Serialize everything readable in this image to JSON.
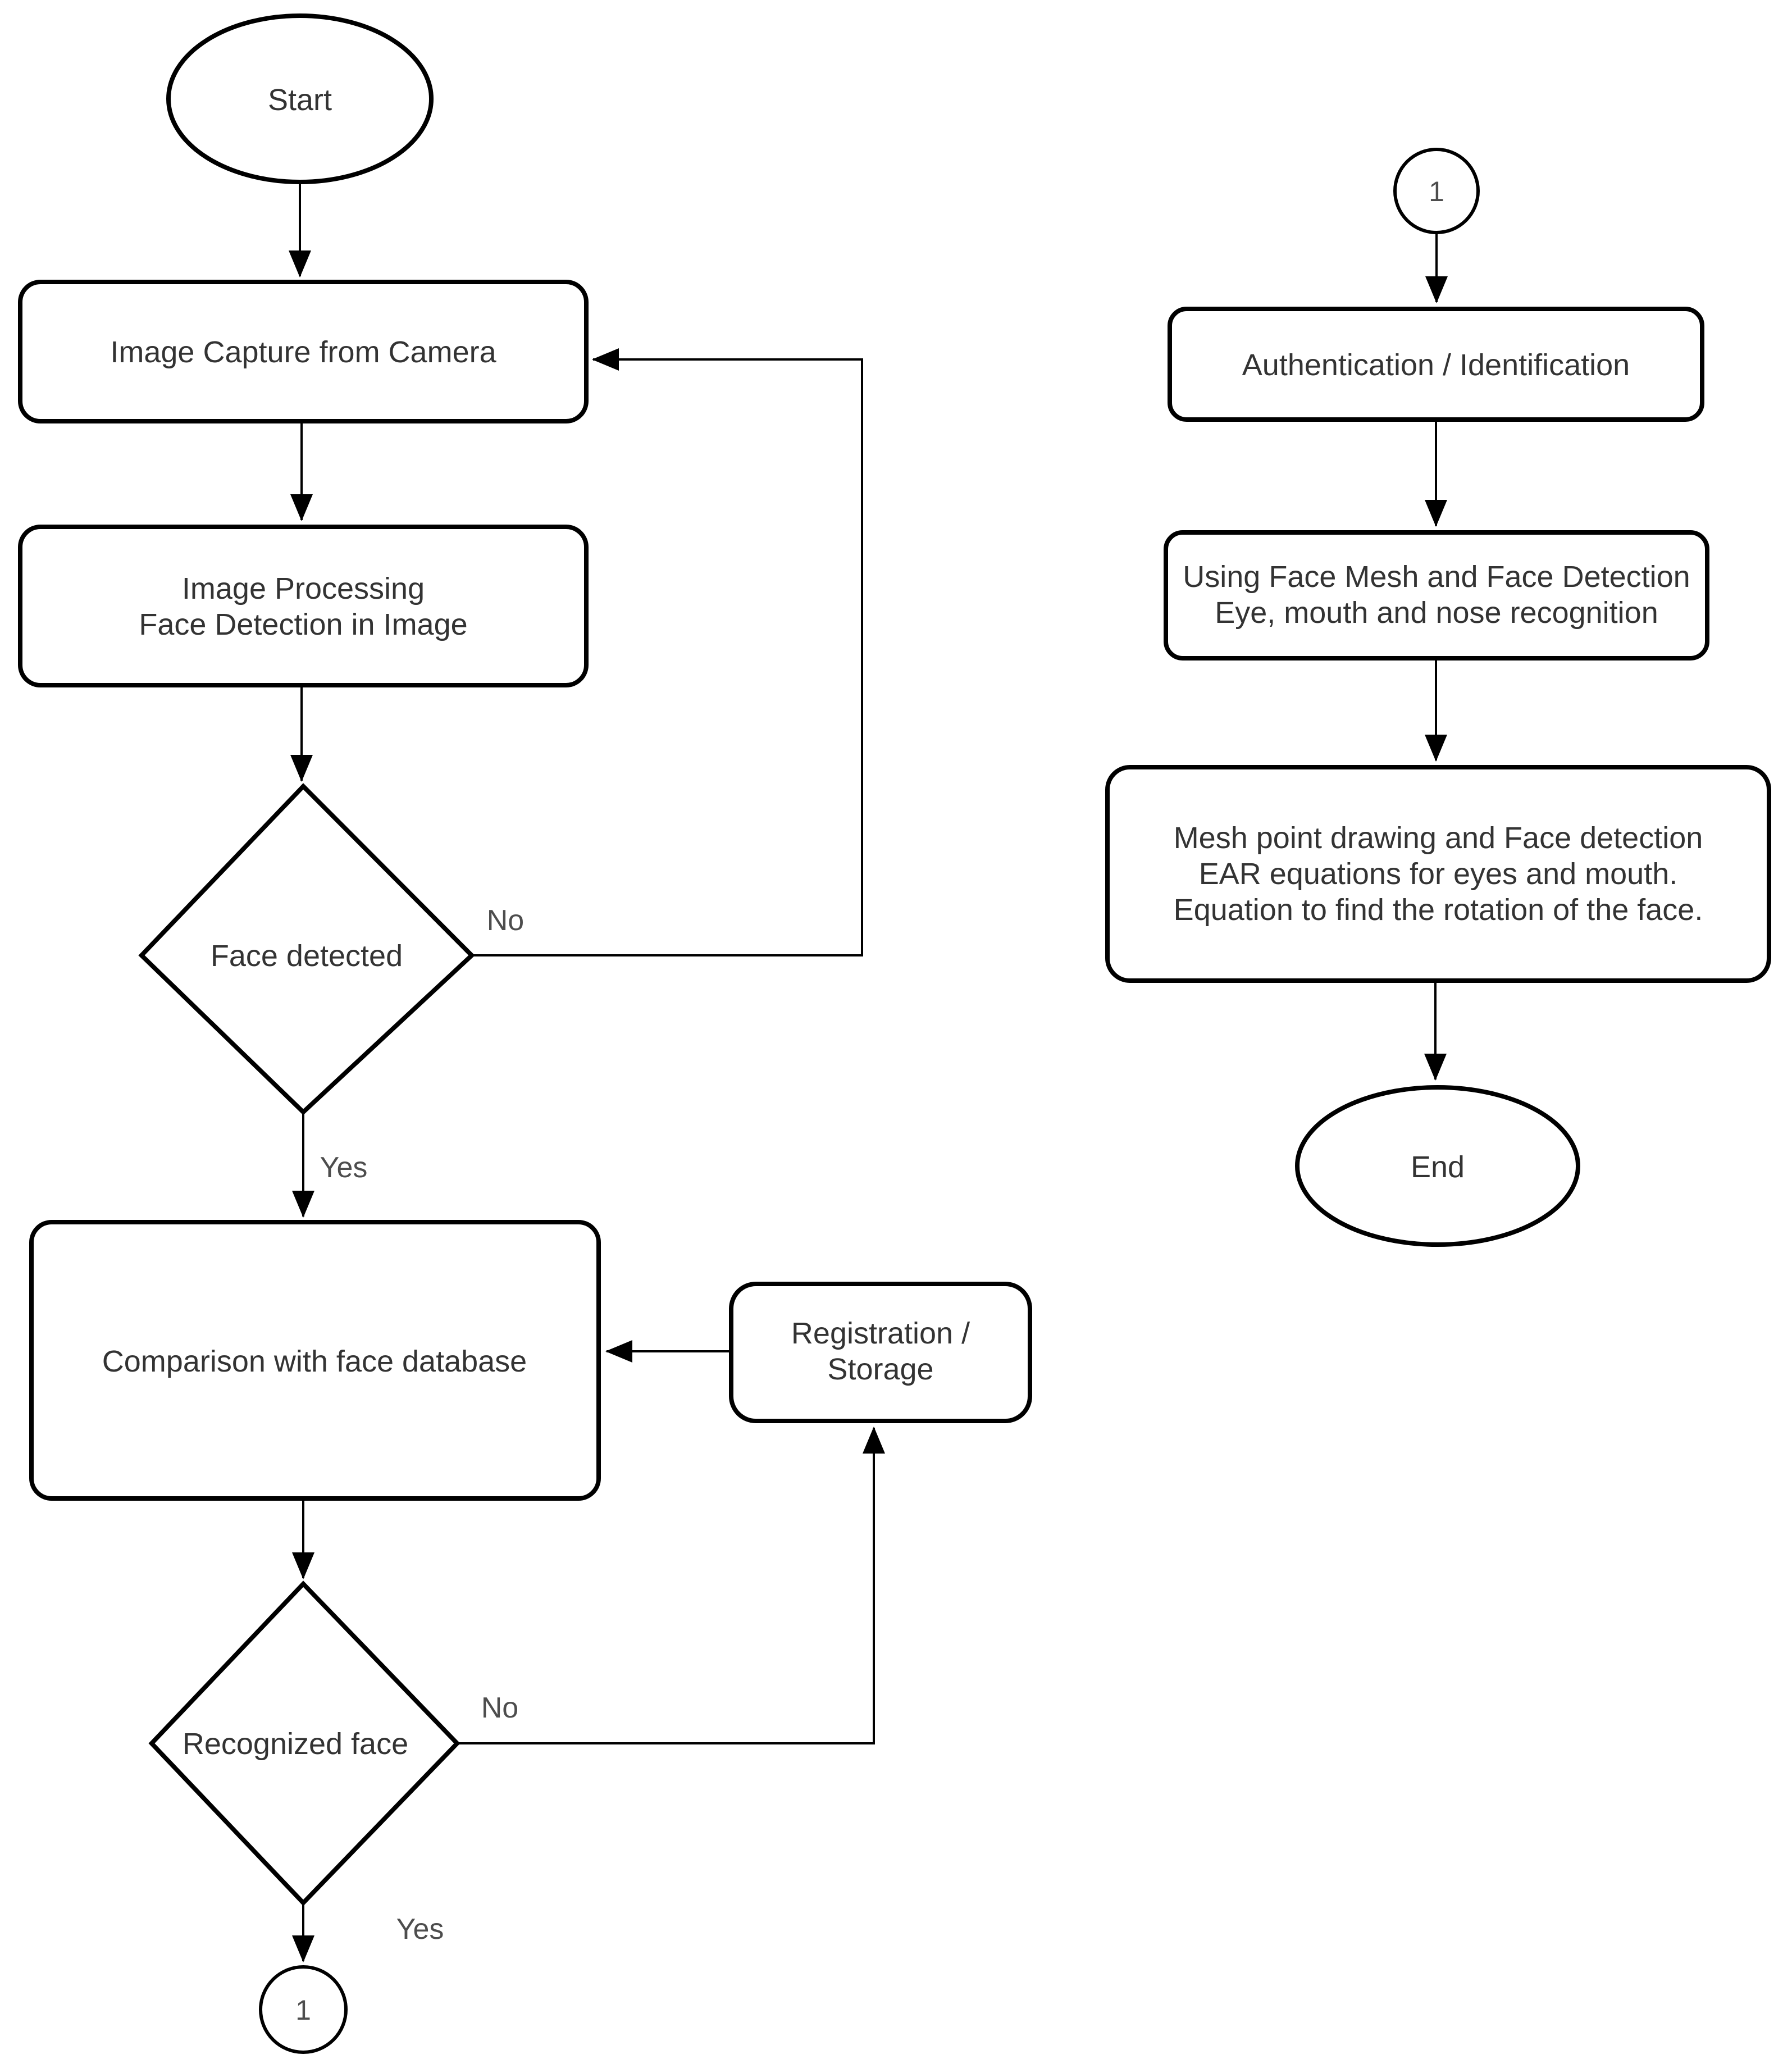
{
  "diagram": {
    "type": "flowchart",
    "colors": {
      "background": "#ffffff",
      "shape_stroke": "#000000",
      "shape_fill": "#ffffff",
      "node_text": "#333333",
      "edge_label_text": "#4d4d4d"
    },
    "nodes": {
      "start": {
        "type": "terminator-ellipse",
        "label": "Start"
      },
      "image_capture": {
        "type": "process",
        "label": "Image Capture from Camera"
      },
      "image_processing": {
        "type": "process",
        "lines": [
          "Image Processing",
          "Face Detection in Image"
        ]
      },
      "face_detected": {
        "type": "decision",
        "label": "Face detected"
      },
      "comparison": {
        "type": "process",
        "label": "Comparison with face database"
      },
      "registration": {
        "type": "process",
        "lines": [
          "Registration /",
          "Storage"
        ]
      },
      "recognized_face": {
        "type": "decision",
        "label": "Recognized face"
      },
      "connector_1_bottom": {
        "type": "off-page-connector",
        "label": "1"
      },
      "connector_1_top": {
        "type": "off-page-connector",
        "label": "1"
      },
      "authentication": {
        "type": "process",
        "label": "Authentication / Identification"
      },
      "face_mesh": {
        "type": "process",
        "lines": [
          "Using Face Mesh and Face Detection",
          "Eye, mouth and nose recognition"
        ]
      },
      "mesh_point": {
        "type": "process",
        "lines": [
          "Mesh point drawing and Face detection",
          "EAR equations for eyes and mouth.",
          "Equation to find the rotation of the face."
        ]
      },
      "end": {
        "type": "terminator-ellipse",
        "label": "End"
      }
    },
    "edge_labels": {
      "face_detected_no": "No",
      "face_detected_yes": "Yes",
      "recognized_face_no": "No",
      "recognized_face_yes": "Yes"
    }
  }
}
